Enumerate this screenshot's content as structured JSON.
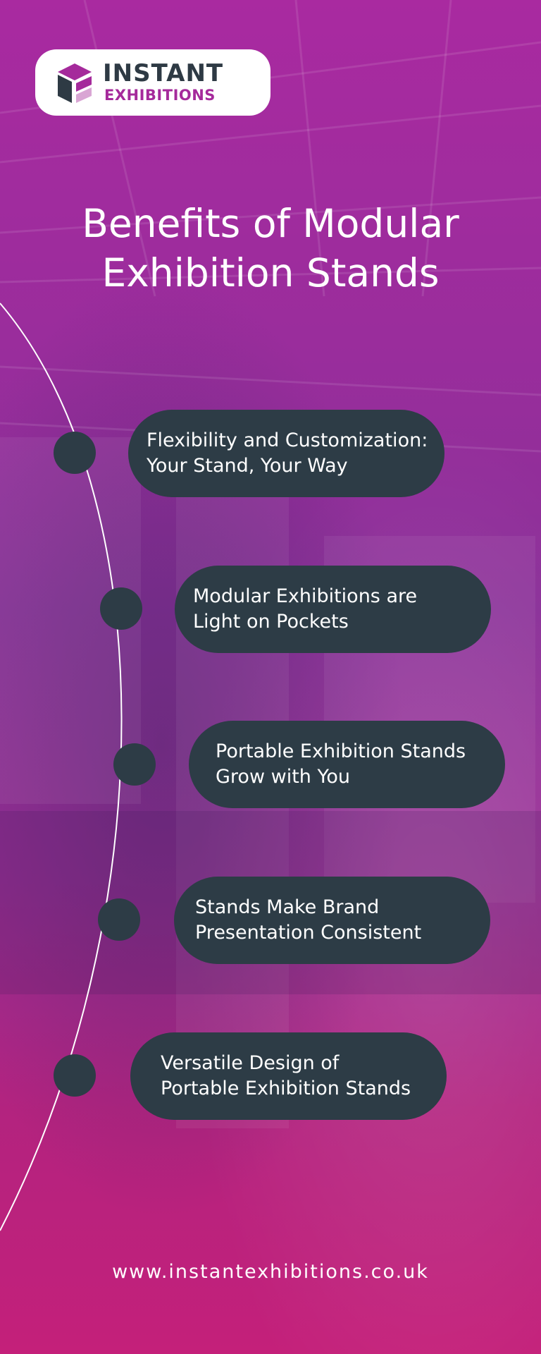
{
  "logo": {
    "line1": "INSTANT",
    "line2": "EXHIBITIONS",
    "icon": "stacked-hexagon-logo-icon"
  },
  "title": {
    "line1": "Benefits of Modular",
    "line2": "Exhibition Stands"
  },
  "benefits": [
    {
      "line1": "Flexibility and Customization:",
      "line2": "Your Stand, Your Way"
    },
    {
      "line1": "Modular Exhibitions are",
      "line2": "Light on Pockets"
    },
    {
      "line1": "Portable Exhibition Stands",
      "line2": "Grow with You"
    },
    {
      "line1": "Stands Make Brand",
      "line2": "Presentation Consistent"
    },
    {
      "line1": "Versatile Design of",
      "line2": "Portable Exhibition Stands"
    }
  ],
  "footer": {
    "url": "www.instantexhibitions.co.uk"
  },
  "colors": {
    "background": "#9a2a8f",
    "pill": "#2d3c46",
    "brand_dark": "#2e3a44",
    "brand_accent": "#a52a9b",
    "text": "#ffffff"
  }
}
